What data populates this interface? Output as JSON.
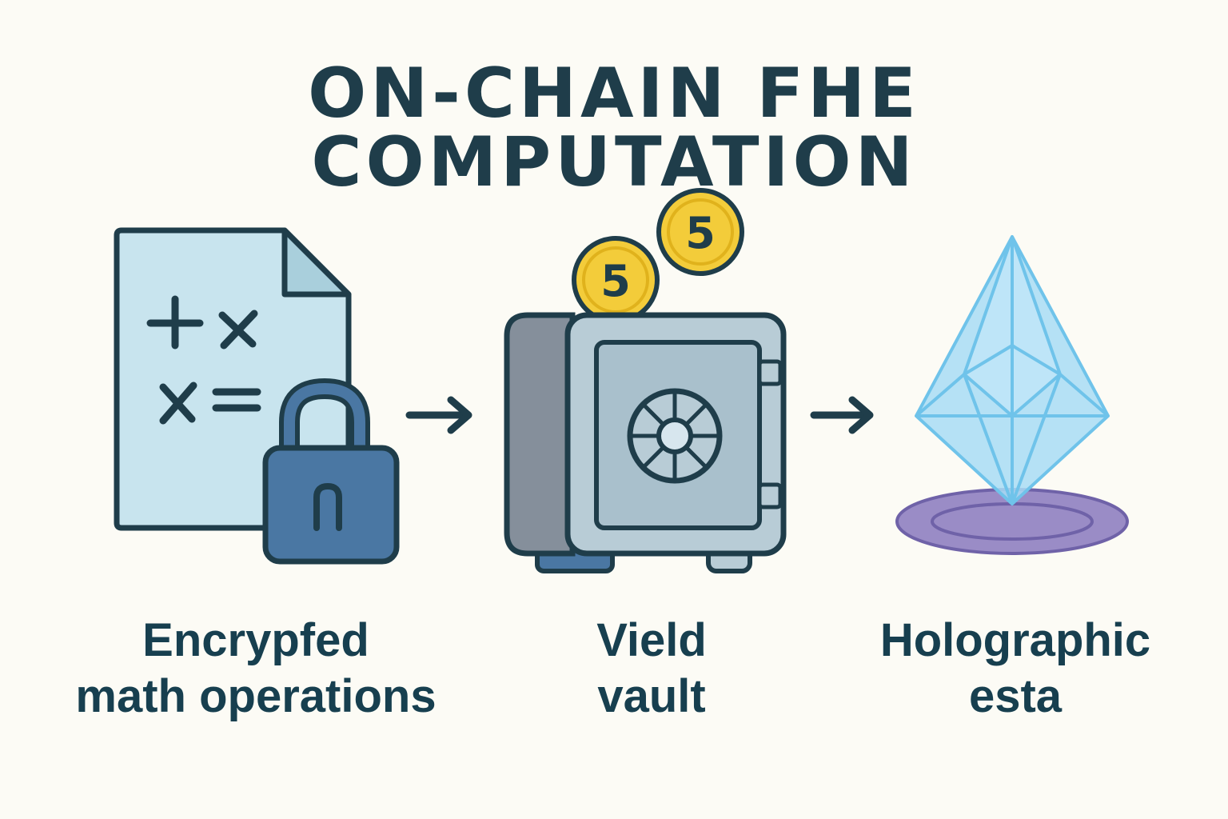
{
  "title": "ON-CHAIN FHE COMPUTATION",
  "steps": [
    {
      "id": "encrypted-math",
      "caption_lines": [
        "Encrypfed",
        "math operations"
      ],
      "icon": "encrypted-document-with-padlock-icon",
      "symbols": [
        "+",
        "x",
        "x",
        "="
      ]
    },
    {
      "id": "yield-vault",
      "caption_lines": [
        "Vield",
        "vault"
      ],
      "icon": "safe-vault-icon",
      "coins": [
        "5",
        "5"
      ]
    },
    {
      "id": "holographic-esta",
      "caption_lines": [
        "Holographic",
        "esta"
      ],
      "icon": "holographic-crystal-icon"
    }
  ],
  "connectors": [
    "arrow-right-icon",
    "arrow-right-icon"
  ],
  "colors": {
    "background": "#fcfbf5",
    "ink": "#173f4f",
    "document": "#c8e4ee",
    "padlock": "#4a77a3",
    "vault": "#b8ccd6",
    "vault_side": "#858f9b",
    "coin": "#f3cc3a",
    "crystal": "#a8dcf4",
    "pedestal": "#9a8cc6"
  }
}
